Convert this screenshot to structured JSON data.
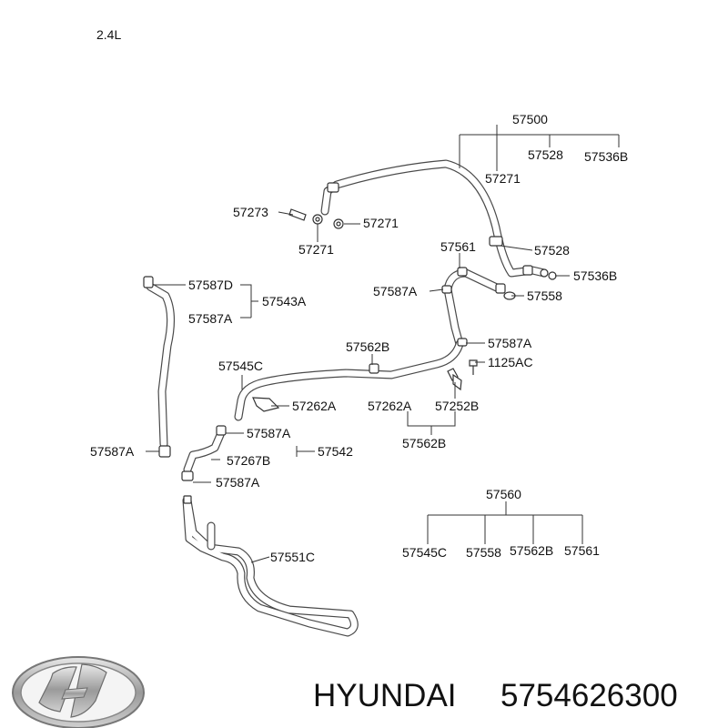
{
  "engine_label": "2.4L",
  "brand": "HYUNDAI",
  "part_number": "5754626300",
  "callouts": {
    "c57500": "57500",
    "c57528_top": "57528",
    "c57536B_top": "57536B",
    "c57271_top": "57271",
    "c57273": "57273",
    "c57271_mid": "57271",
    "c57271_low": "57271",
    "c57561": "57561",
    "c57528_mid": "57528",
    "c57536B_mid": "57536B",
    "c57587A_r1": "57587A",
    "c57558": "57558",
    "c57587D": "57587D",
    "c57543A": "57543A",
    "c57587A_l1": "57587A",
    "c57562B_top": "57562B",
    "c57587A_r2": "57587A",
    "c1125AC": "1125AC",
    "c57545C": "57545C",
    "c57262A_a": "57262A",
    "c57262A_b": "57262A",
    "c57252B": "57252B",
    "c57562B_low": "57562B",
    "c57587A_m1": "57587A",
    "c57587A_l2": "57587A",
    "c57267B": "57267B",
    "c57542": "57542",
    "c57587A_m2": "57587A",
    "c57551C": "57551C",
    "c57560": "57560",
    "c57545C_b": "57545C",
    "c57558_b": "57558",
    "c57562B_b": "57562B",
    "c57561_b": "57561"
  }
}
